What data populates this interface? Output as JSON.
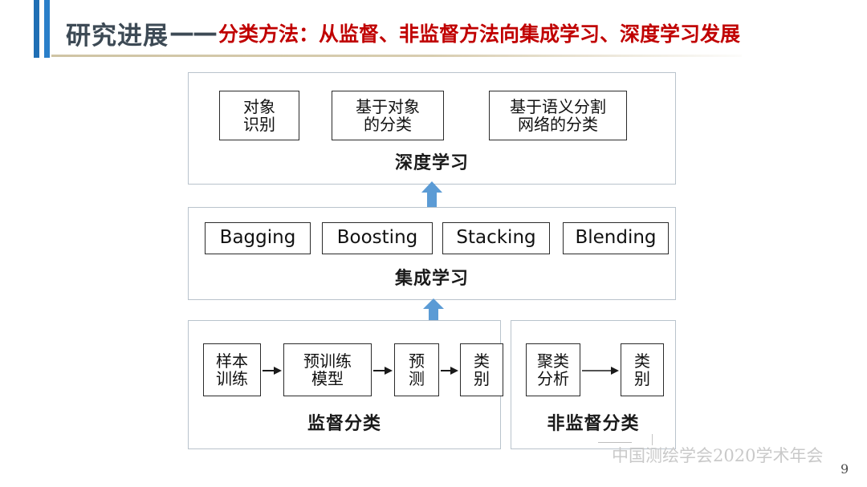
{
  "slide": {
    "title_main": "研究进展",
    "title_dash": "——",
    "title_sub": "分类方法：从监督、非监督方法向集成学习、深度学习发展",
    "accent_blue": "#2a7fc9",
    "title_color": "#3d4a55",
    "subtitle_color": "#c00000",
    "underline_color": "#cfc4a4"
  },
  "diagram": {
    "arrow_color": "#5b9bd5",
    "box_border_color": "#b9c3cc",
    "item_border_color": "#2b2b2b",
    "groups": [
      {
        "id": "deep-learning",
        "label": "深度学习",
        "items": [
          {
            "text": "对象\n识别",
            "line1": "对象",
            "line2": "识别"
          },
          {
            "text": "基于对象\n的分类",
            "line1": "基于对象",
            "line2": "的分类"
          },
          {
            "text": "基于语义分割\n网络的分类",
            "line1": "基于语义分割",
            "line2": "网络的分类"
          }
        ]
      },
      {
        "id": "ensemble-learning",
        "label": "集成学习",
        "items": [
          {
            "text": "Bagging"
          },
          {
            "text": "Boosting"
          },
          {
            "text": "Stacking"
          },
          {
            "text": "Blending"
          }
        ]
      },
      {
        "id": "supervised-classification",
        "label": "监督分类",
        "items": [
          {
            "line1": "样本",
            "line2": "训练"
          },
          {
            "line1": "预训练",
            "line2": "模型"
          },
          {
            "line1": "预",
            "line2": "测"
          },
          {
            "line1": "类",
            "line2": "别"
          }
        ]
      },
      {
        "id": "unsupervised-classification",
        "label": "非监督分类",
        "items": [
          {
            "line1": "聚类",
            "line2": "分析"
          },
          {
            "line1": "类",
            "line2": "别"
          }
        ]
      }
    ]
  },
  "footer": {
    "watermark": "中国测绘学会2020学术年会",
    "page_number": "9"
  }
}
